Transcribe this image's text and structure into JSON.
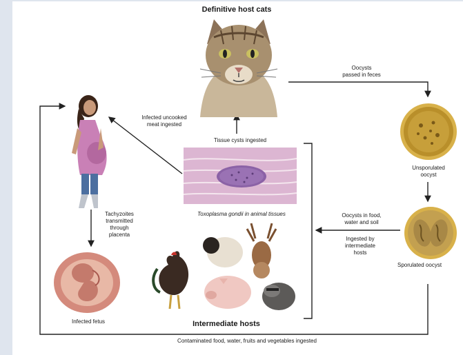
{
  "title": "Definitive host cats",
  "labels": {
    "oocysts_passed": "Oocysts\npassed in feces",
    "unsporulated": "Unsporulated\noocyst",
    "sporulated": "Sporulated oocyst",
    "infected_meat": "Infected uncooked\nmeat ingested",
    "tissue_cysts": "Tissue cysts ingested",
    "toxoplasma": "Toxoplasma gondii in animal tissues",
    "oocysts_food": "Oocysts in food,\nwater and soil",
    "ingested_hosts": "Ingested by\nintermediate\nhosts",
    "tachyzoites": "Tachyzoites\ntransmitted\nthrough\nplacenta",
    "infected_fetus": "Infected fetus",
    "intermediate_hosts": "Intermediate hosts",
    "contaminated": "Contaminated food, water, fruits and vegetables ingested"
  },
  "colors": {
    "line": "#222222",
    "tissue": "#d9a6c8",
    "cyst": "#7a4f9e",
    "oocyst_gold": "#c9a03a"
  },
  "icons": {
    "cat": "cat-illustration",
    "woman": "pregnant-woman-illustration",
    "fetus": "fetus-illustration",
    "animals": "intermediate-host-animals-illustration",
    "tissue": "tissue-section-illustration",
    "unsporulated": "unsporulated-oocyst-icon",
    "sporulated": "sporulated-oocyst-icon"
  }
}
